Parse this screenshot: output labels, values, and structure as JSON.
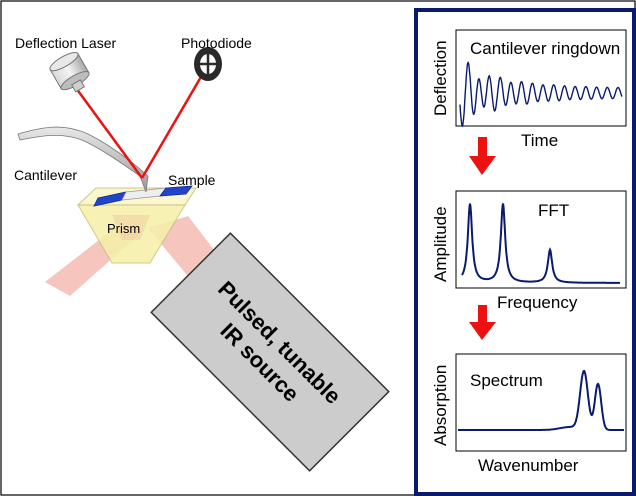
{
  "setup": {
    "deflection_laser": "Deflection Laser",
    "photodiode": "Photodiode",
    "cantilever": "Cantilever",
    "sample": "Sample",
    "prism": "Prism",
    "ir_source_lines": [
      "Pulsed, tunable",
      "IR source"
    ]
  },
  "flow_arrow_color": "#ee1111",
  "beam_color": "#ee1111",
  "panel_border_color": "#0a1a6e",
  "curve_color": "#0a1a6e",
  "plots": [
    {
      "title": "Cantilever ringdown",
      "ylabel": "Deflection",
      "xlabel": "Time"
    },
    {
      "title": "FFT",
      "ylabel": "Amplitude",
      "xlabel": "Frequency"
    },
    {
      "title": "Spectrum",
      "ylabel": "Absorption",
      "xlabel": "Wavenumber"
    }
  ]
}
